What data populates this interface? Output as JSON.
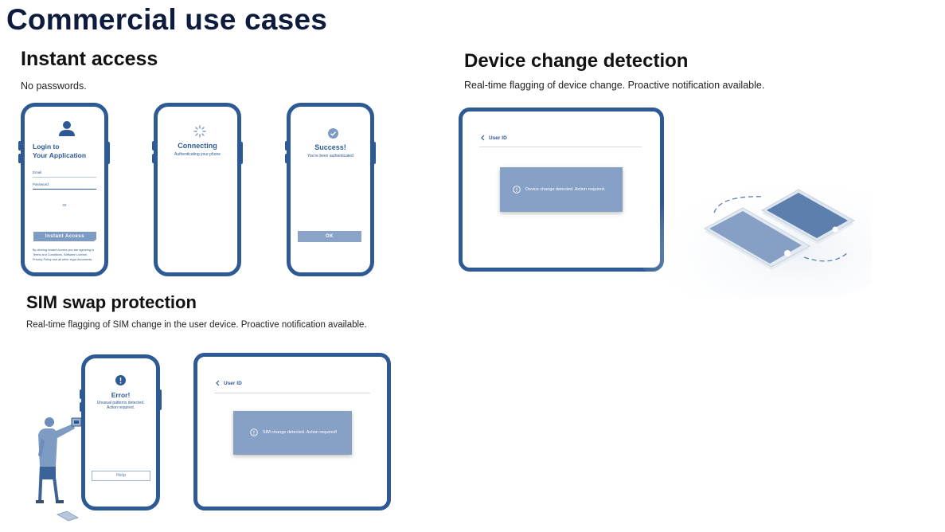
{
  "page_title": "Commercial use cases",
  "instant_access": {
    "heading": "Instant access",
    "subtitle": "No passwords.",
    "login_phone": {
      "title_line1": "Login to",
      "title_line2": "Your Application",
      "email_label": "Email",
      "password_label": "Password",
      "or_text": "Or",
      "button_label": "Instant Access",
      "terms_line1": "By clicking Instant Access you are agreeing to",
      "terms_line2": "Terms and Conditions, Software License,",
      "terms_line3": "Privacy Policy and all other legal documents."
    },
    "connecting_phone": {
      "title": "Connecting",
      "subtitle": "Authenticating your phone"
    },
    "success_phone": {
      "title": "Success!",
      "subtitle": "You're been authenticated",
      "button_label": "OK"
    }
  },
  "device_change": {
    "heading": "Device change detection",
    "subtitle": "Real-time flagging of device change. Proactive notification available.",
    "tablet": {
      "back_label": "User ID",
      "alert_text": "Device change detected. Action required."
    }
  },
  "sim_swap": {
    "heading": "SIM swap protection",
    "subtitle": "Real-time flagging of SIM change in the user device. Proactive notification available.",
    "error_phone": {
      "title": "Error!",
      "line1": "Unusual patterns detected.",
      "line2": "Action required.",
      "button_label": "Help"
    },
    "tablet": {
      "back_label": "User ID",
      "alert_text": "SIM change detected. Action required!"
    }
  },
  "colors": {
    "frame": "#2d5a94",
    "accent_light": "#7e9bc3",
    "alert": "#87a1c6",
    "title": "#0d1b3d"
  }
}
